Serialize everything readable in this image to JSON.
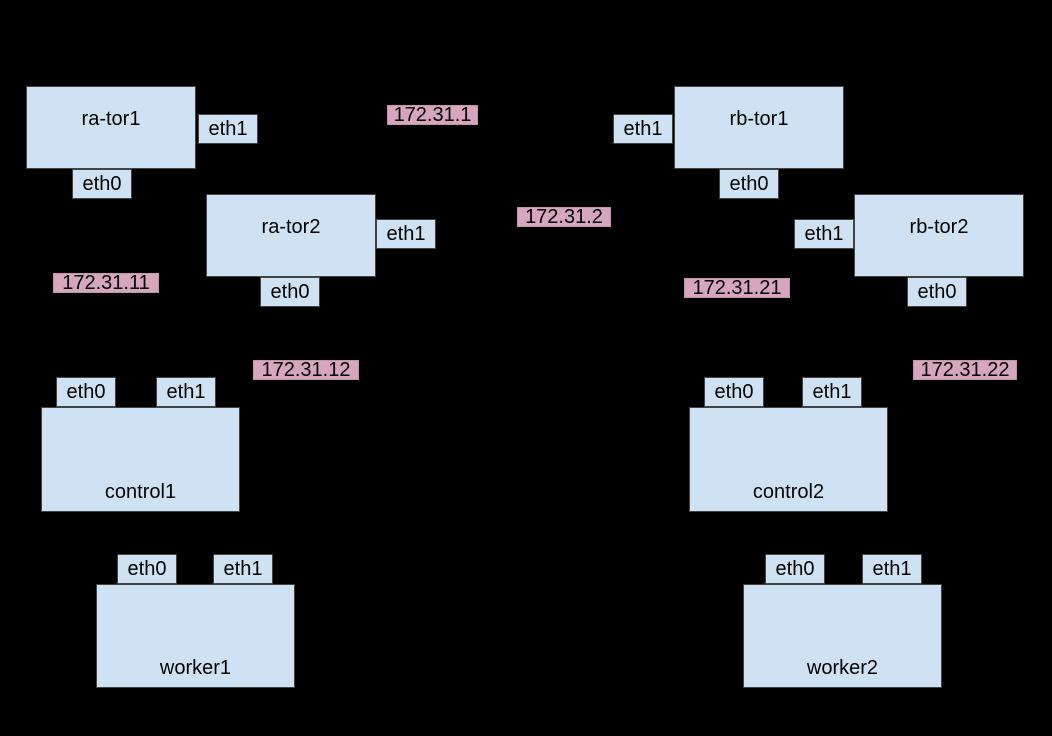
{
  "diagram": {
    "type": "network-topology",
    "nodes": {
      "ra_tor1": {
        "label": "ra-tor1",
        "eth0": "eth0",
        "eth1": "eth1"
      },
      "ra_tor2": {
        "label": "ra-tor2",
        "eth0": "eth0",
        "eth1": "eth1"
      },
      "rb_tor1": {
        "label": "rb-tor1",
        "eth0": "eth0",
        "eth1": "eth1"
      },
      "rb_tor2": {
        "label": "rb-tor2",
        "eth0": "eth0",
        "eth1": "eth1"
      },
      "control1": {
        "label": "control1",
        "eth0": "eth0",
        "eth1": "eth1"
      },
      "control2": {
        "label": "control2",
        "eth0": "eth0",
        "eth1": "eth1"
      },
      "worker1": {
        "label": "worker1",
        "eth0": "eth0",
        "eth1": "eth1"
      },
      "worker2": {
        "label": "worker2",
        "eth0": "eth0",
        "eth1": "eth1"
      }
    },
    "ip_labels": {
      "ip_172_31_1": "172.31.1",
      "ip_172_31_2": "172.31.2",
      "ip_172_31_11": "172.31.11",
      "ip_172_31_12": "172.31.12",
      "ip_172_31_21": "172.31.21",
      "ip_172_31_22": "172.31.22"
    },
    "colors": {
      "background": "#000000",
      "node_fill": "#cfe2f3",
      "node_border": "#434343",
      "ip_fill": "#d5a6bd",
      "ip_border": "#c492ab",
      "text": "#000000"
    }
  }
}
